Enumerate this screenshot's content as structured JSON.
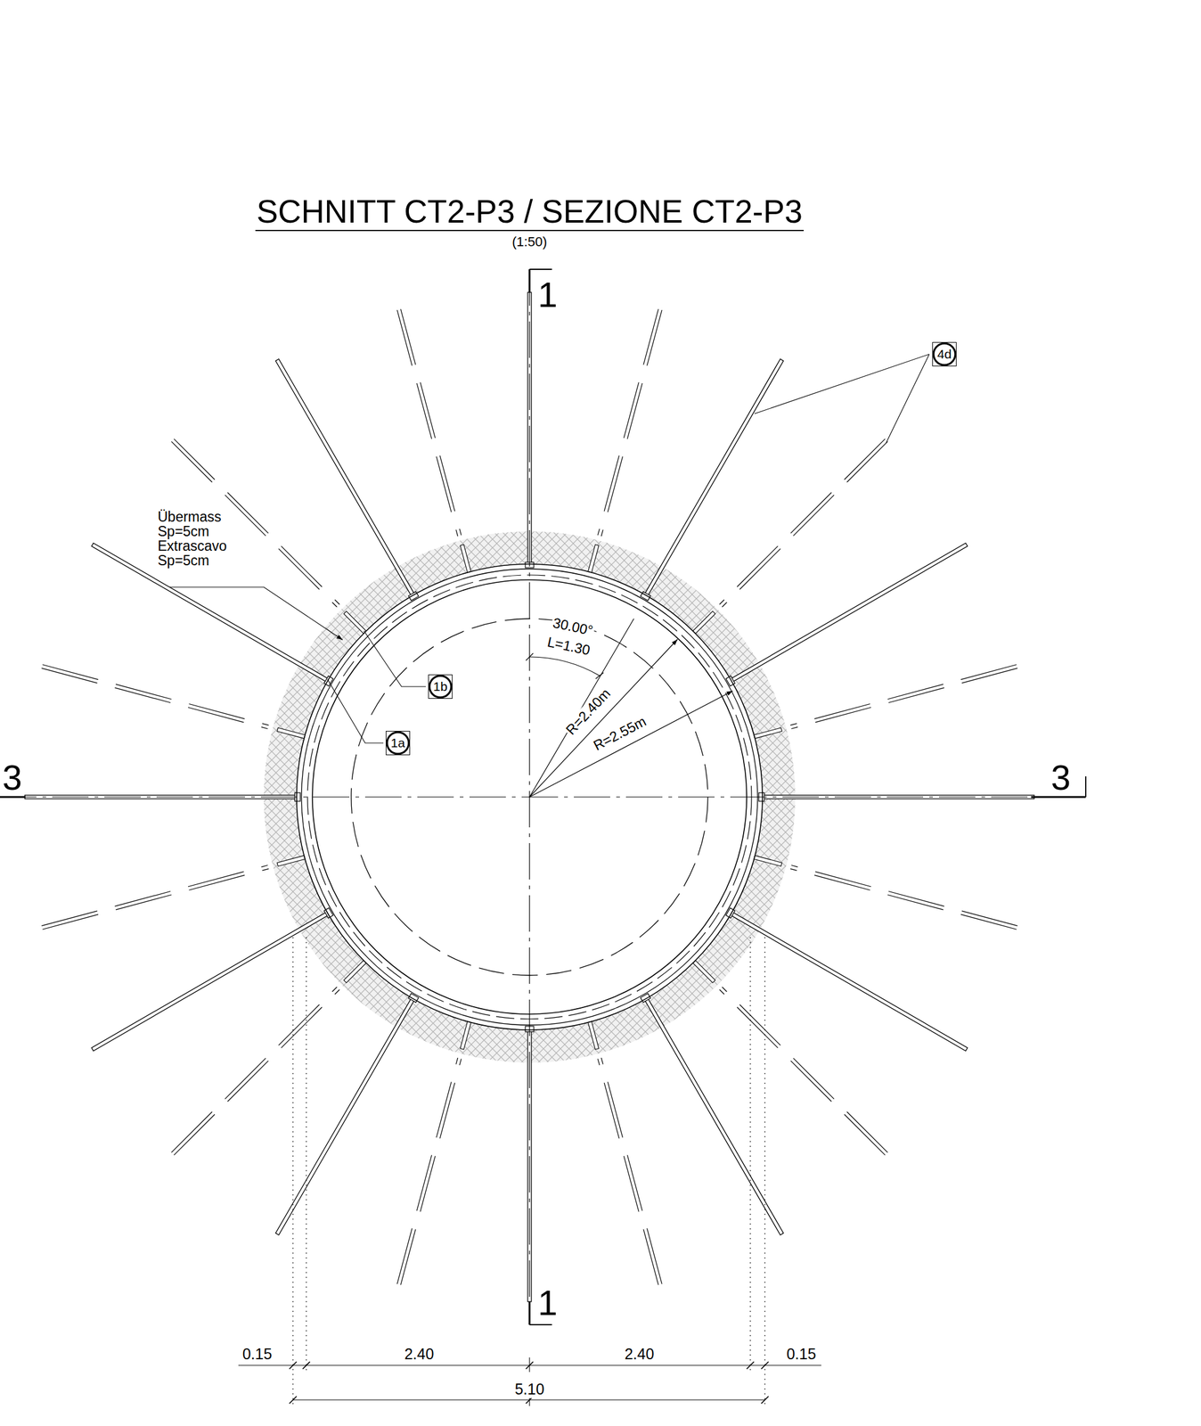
{
  "diagram": {
    "title": "SCHNITT CT2-P3 / SEZIONE CT2-P3",
    "nodes": [
      {
        "text": [
          "4d"
        ]
      },
      {
        "text": [
          "1b"
        ]
      },
      {
        "text": [
          "1a"
        ]
      }
    ],
    "labels": [
      "(1:50)",
      "1",
      "1",
      "3",
      "3",
      "Übermass Sp=5cm Extrascavo Sp=5cm",
      "30.00°",
      "L=1.30",
      "R=2.40m",
      "R=2.55m",
      "0.15",
      "2.40",
      "2.40",
      "0.15",
      "5.10"
    ]
  }
}
